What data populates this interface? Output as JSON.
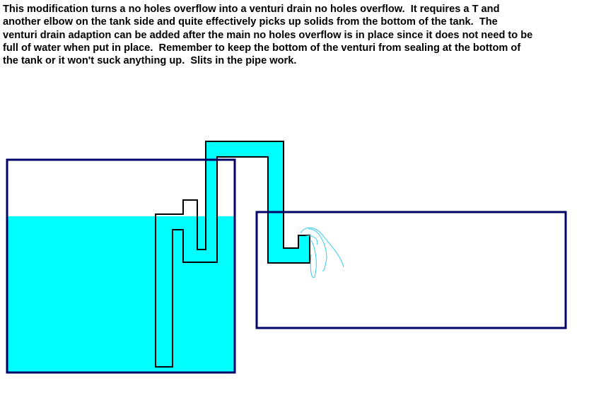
{
  "caption": {
    "lines": [
      "This modification turns a no holes overflow into a venturi drain no holes overflow.  It requires a T and",
      "another elbow on the tank side and quite effectively picks up solids from the bottom of the tank.  The",
      "venturi drain adaption can be added after the main no holes overflow is in place since it does not need to be",
      "full of water when put in place.  Remember to keep the bottom of the venturi from sealing at the bottom of",
      "the tank or it won't suck anything up.  Slits in the pipe work."
    ]
  },
  "colors": {
    "water": "#00FFFF",
    "tank_outline": "#000066",
    "pipe_outline": "#000000",
    "splash": "#33CCEE"
  }
}
